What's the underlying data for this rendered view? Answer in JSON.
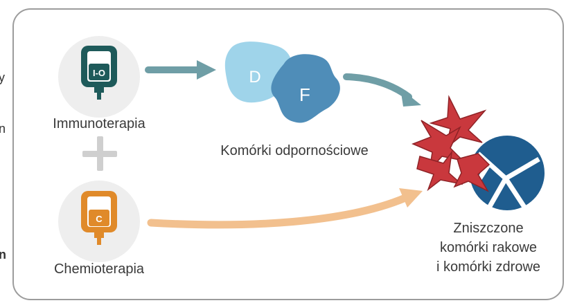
{
  "edge_fragments": [
    "y",
    "n",
    "n"
  ],
  "nodes": {
    "immunotherapy": {
      "label": "Immunoterapia",
      "bag_text": "I-O",
      "color": "#1e5a5a"
    },
    "chemotherapy": {
      "label": "Chemioterapia",
      "bag_text": "C",
      "color": "#e08a2a"
    },
    "immune_cells": {
      "label": "Komórki odpornościowe",
      "cell_d": "D",
      "cell_f": "F"
    },
    "destroyed_cells": {
      "label_lines": [
        "Zniszczone",
        "komórki rakowe",
        "i komórki zdrowe"
      ]
    }
  },
  "colors": {
    "immuno_arrow": "#6f9ea6",
    "chemo_arrow": "#f2c08e",
    "plus": "#cfcfcf",
    "icon_circle": "#eeeeee",
    "cancer_cell": "#c9383d",
    "healthy_cell": "#1f5d8f",
    "cell_d": "#9fd4ea",
    "cell_f": "#4f8db8"
  }
}
